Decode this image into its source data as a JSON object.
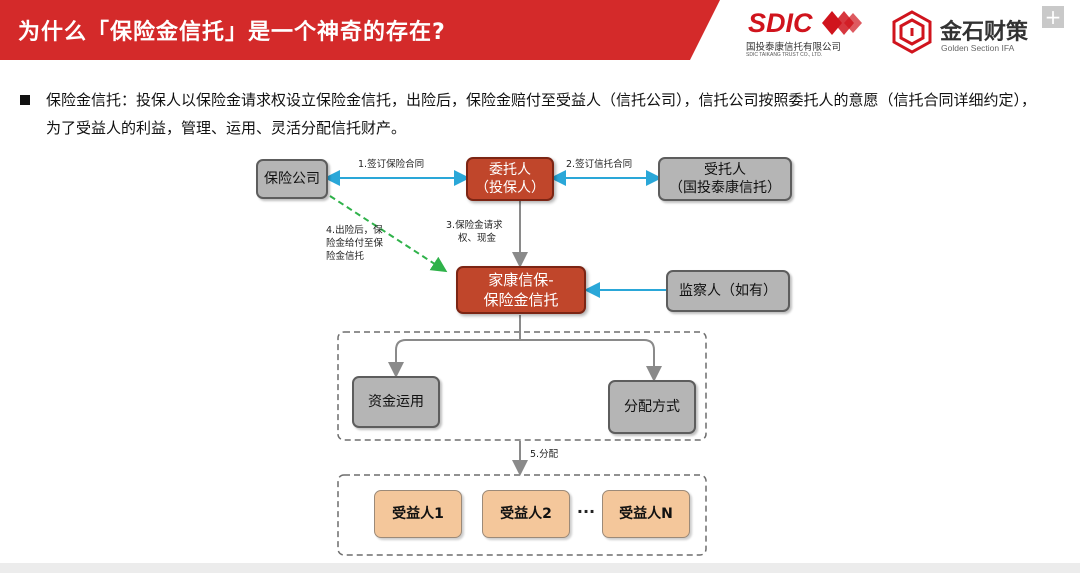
{
  "header": {
    "title": "为什么「保险金信托」是一个神奇的存在?"
  },
  "logos": {
    "sdic_word": "SDIC",
    "sdic_cn": "国投泰康信托有限公司",
    "sdic_en": "SDIC TAIKANG TRUST CO., LTD.",
    "js_cn": "金石财策",
    "js_en": "Golden Section IFA"
  },
  "bullet": {
    "text": "保险金信托：投保人以保险金请求权设立保险金信托，出险后，保险金赔付至受益人（信托公司），信托公司按照委托人的意愿（信托合同详细约定），为了受益人的利益，管理、运用、灵活分配信托财产。"
  },
  "diagram": {
    "nodes": {
      "insurer": "保险公司",
      "settlor_l1": "委托人",
      "settlor_l2": "（投保人）",
      "trustee_l1": "受托人",
      "trustee_l2": "（国投泰康信托）",
      "trust_l1": "家康信保-",
      "trust_l2": "保险金信托",
      "supervisor": "监察人（如有）",
      "fund_use": "资金运用",
      "distribution": "分配方式",
      "beneficiary_1": "受益人1",
      "beneficiary_2": "受益人2",
      "ellipsis": "···",
      "beneficiary_n": "受益人N"
    },
    "edge_labels": {
      "e1": "1.签订保险合同",
      "e2": "2.签订信托合同",
      "e3_l1": "3.保险金请求",
      "e3_l2": "权、现金",
      "e4_l1": "4.出险后，保",
      "e4_l2": "险金给付至保",
      "e4_l3": "险金信托",
      "e5": "5.分配"
    },
    "colors": {
      "header_red": "#d42a2a",
      "node_red": "#c0462b",
      "node_gray": "#b5b5b5",
      "node_peach": "#f4c79b",
      "arrow_blue": "#2aa7d8",
      "arrow_green": "#2fb24a",
      "arrow_gray": "#8a8a8a"
    }
  }
}
